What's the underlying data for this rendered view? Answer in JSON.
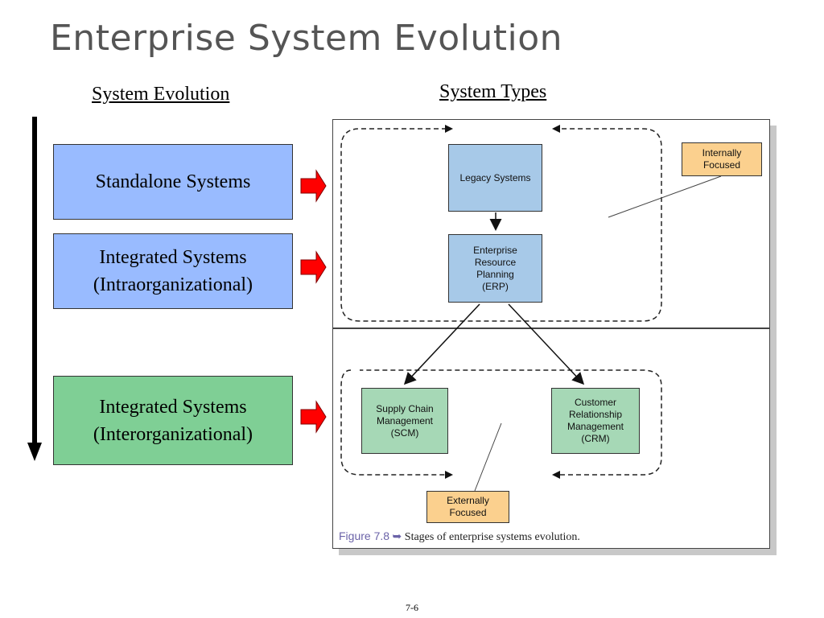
{
  "title": "Enterprise System Evolution",
  "headings": {
    "evolution": "System Evolution",
    "types": "System Types"
  },
  "evolution_boxes": [
    {
      "label": "Standalone Systems",
      "color": "#99bbff"
    },
    {
      "label": "Integrated Systems\n(Intraorganizational)",
      "color": "#99bbff"
    },
    {
      "label": "Integrated Systems\n(Interorganizational)",
      "color": "#7fcf95"
    }
  ],
  "diagram": {
    "legacy": "Legacy Systems",
    "erp": "Enterprise\nResource\nPlanning\n(ERP)",
    "scm": "Supply Chain\nManagement\n(SCM)",
    "crm": "Customer\nRelationship\nManagement\n(CRM)",
    "internal": "Internally\nFocused",
    "external": "Externally\nFocused"
  },
  "caption": {
    "figure": "Figure 7.8",
    "arrow": "➥",
    "text": "Stages of enterprise systems evolution."
  },
  "page_number": "7-6",
  "colors": {
    "accent_red": "#ff0000",
    "blue_box": "#99bbff",
    "green_box": "#7fcf95",
    "orange_box": "#fbd08e"
  }
}
